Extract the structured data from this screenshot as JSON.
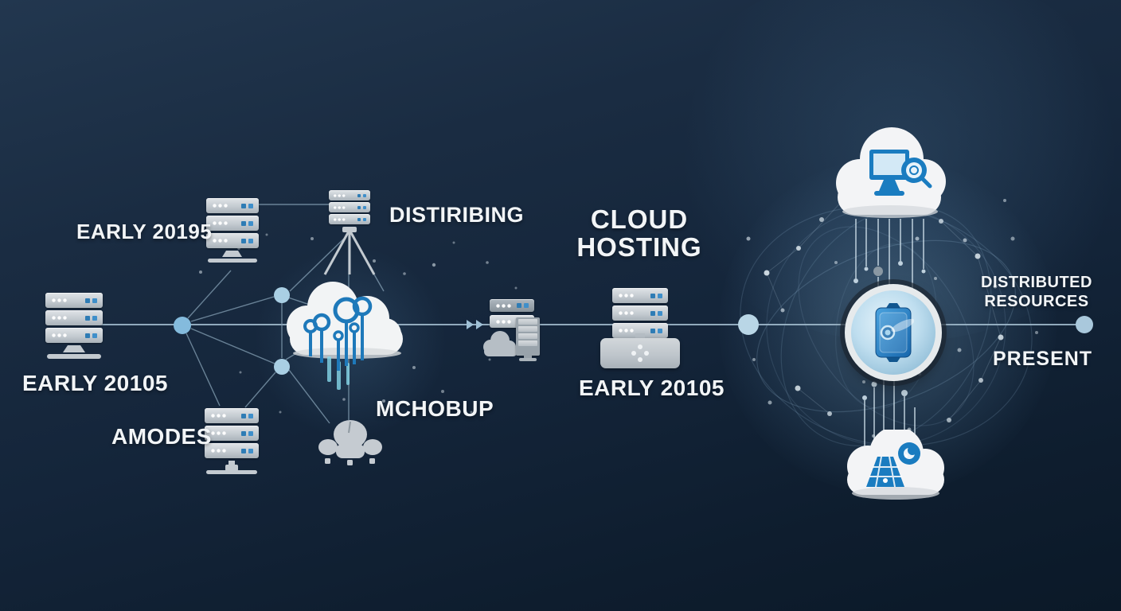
{
  "title": "CLOUD HOSTING",
  "labels": {
    "era_top_left": "EARLY 20195",
    "distributing": "DISTIRIBING",
    "era_bottom_left": "EARLY 20105",
    "amodes": "AMODES",
    "mchobup": "MCHOBUP",
    "era_middle": "EARLY 20105",
    "distributed_resources": "DISTRIBUTED RESOURCES",
    "present": "PRESENT"
  },
  "icons": {
    "left_cloud": "cloud-data-pins-icon",
    "top_right_cloud": "cloud-monitor-search-icon",
    "bottom_right_cloud": "cloud-pyramid-swirl-icon",
    "center_badge": "device-circle-badge-icon",
    "server_stacks": "server-stack-icon",
    "user_group": "people-group-icon"
  },
  "colors": {
    "background_top": "#22374f",
    "background_bottom": "#0b1928",
    "accent_blue": "#1a7cc0",
    "node_blue": "#84bbdd",
    "node_light_blue": "#b9d6e6",
    "server_gray": "#c4cbd1",
    "cloud_white": "#f3f4f6",
    "text_white": "#f2f5f7"
  }
}
